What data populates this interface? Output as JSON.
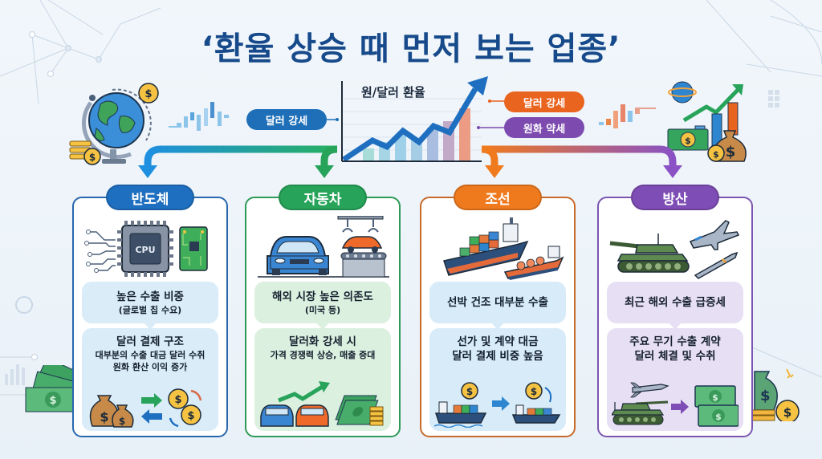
{
  "title": "‘환율 상승 때 먼저 보는 업종’",
  "center_chart": {
    "title": "원/달러 환율",
    "left_label": "달러 강세",
    "right_labels": [
      "달러 강세",
      "원화 약세"
    ],
    "colors": {
      "left": "#1e6fb8",
      "right_top": "#e9641e",
      "right_bottom": "#7d4aaf",
      "trend_arrow": "#1f6fc0"
    }
  },
  "sectors": [
    {
      "name": "반도체",
      "color": "#1f6fc0",
      "icon_label": "CPU",
      "point1": {
        "main": "높은 수출 비중",
        "sub": "(글로벌 칩 수요)"
      },
      "point2": {
        "main": "달러 결제 구조",
        "sub_lines": [
          "대부분의 수출 대금 달러 수취",
          "원화 환산 이익 증가"
        ]
      }
    },
    {
      "name": "자동차",
      "color": "#27a35a",
      "point1": {
        "main": "해외 시장 높은 의존도",
        "sub": "(미국 등)"
      },
      "point2": {
        "main": "달러화 강세 시",
        "sub_lines": [
          "가격 경쟁력 상승, 매출 증대"
        ]
      }
    },
    {
      "name": "조선",
      "color": "#ef7a1e",
      "point1": {
        "main": "선박 건조 대부분 수출",
        "sub": ""
      },
      "point2": {
        "main_lines": [
          "선가 및 계약 대금",
          "달러 결제 비중 높음"
        ]
      }
    },
    {
      "name": "방산",
      "color": "#7e4db5",
      "point1": {
        "main": "최근 해외 수출 급증세",
        "sub": ""
      },
      "point2": {
        "main_lines": [
          "주요 무기 수출 계약",
          "달러 체결 및 수취"
        ]
      }
    }
  ],
  "icons": {
    "currency_symbol": "$"
  }
}
